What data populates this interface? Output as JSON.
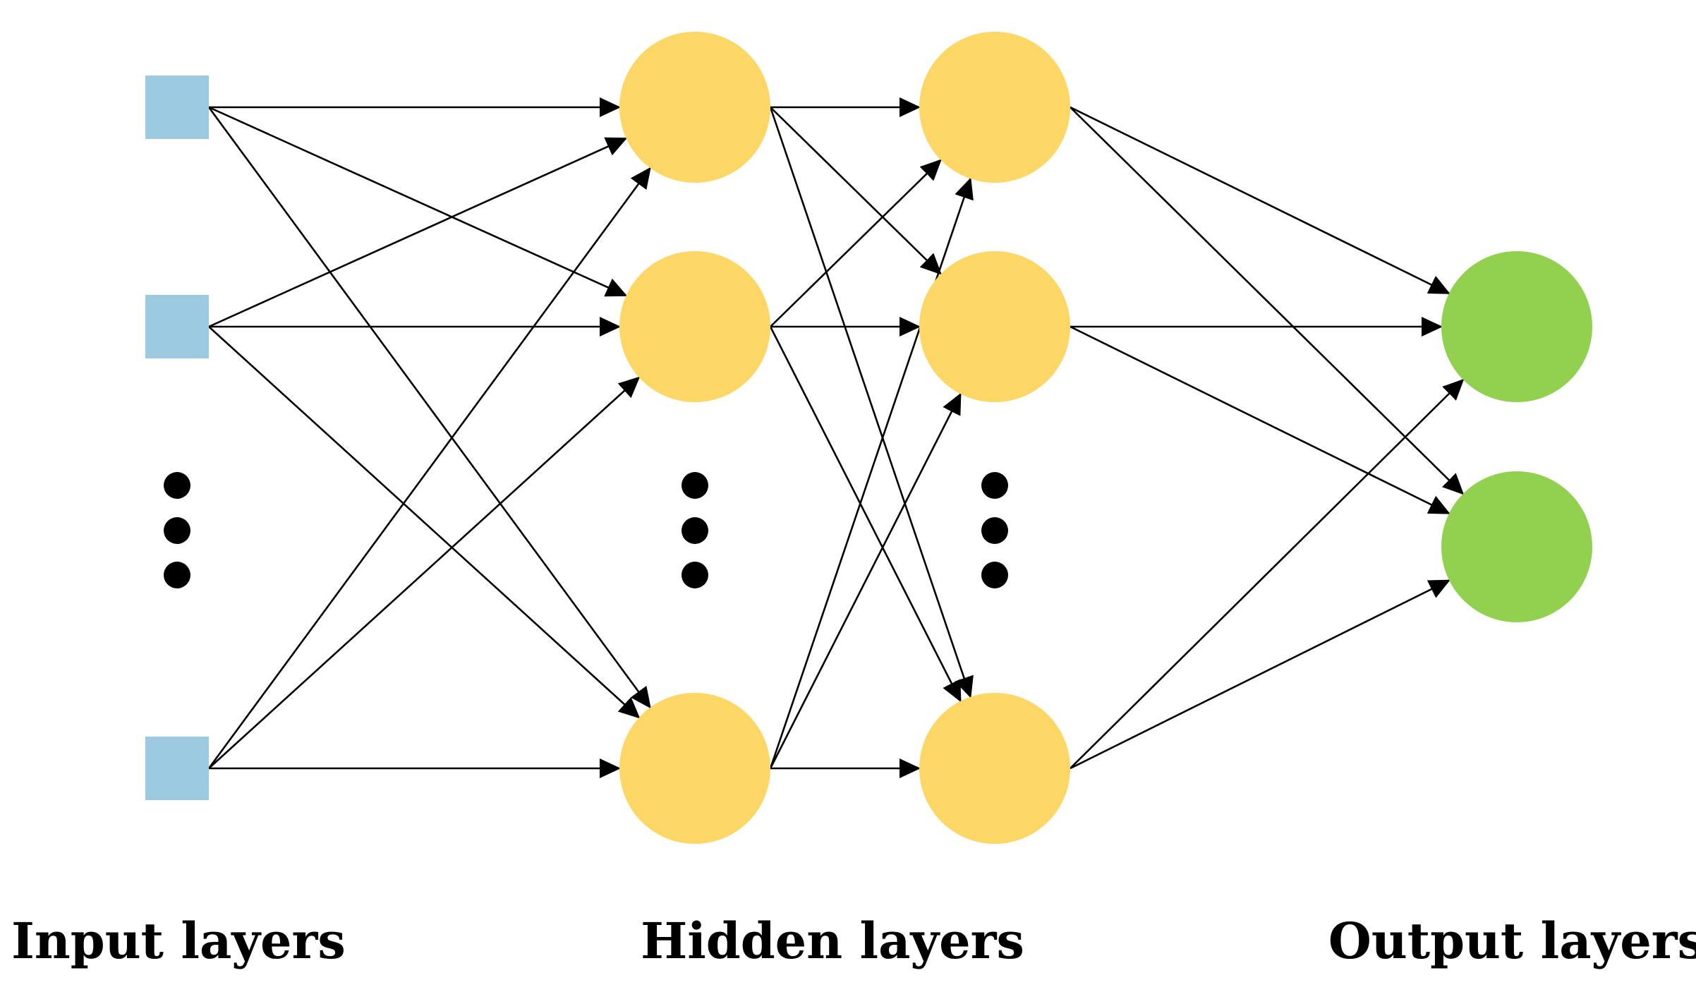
{
  "colors": {
    "input_node": "#9ccae0",
    "hidden_node": "#fdd766",
    "output_node": "#92d050",
    "connection": "#000000",
    "ellipsis": "#000000",
    "label": "#000000"
  },
  "layers": [
    {
      "id": "input",
      "label": "Input layers",
      "node_shape": "square",
      "node_count": 3,
      "has_ellipsis": true
    },
    {
      "id": "hidden1",
      "label": "Hidden layers",
      "node_shape": "circle",
      "node_count": 3,
      "has_ellipsis": true
    },
    {
      "id": "hidden2",
      "label": "",
      "node_shape": "circle",
      "node_count": 3,
      "has_ellipsis": true
    },
    {
      "id": "output",
      "label": "Output layers",
      "node_shape": "circle",
      "node_count": 2,
      "has_ellipsis": false
    }
  ],
  "connections": "fully-connected-between-adjacent-layers",
  "arrowheads": true
}
